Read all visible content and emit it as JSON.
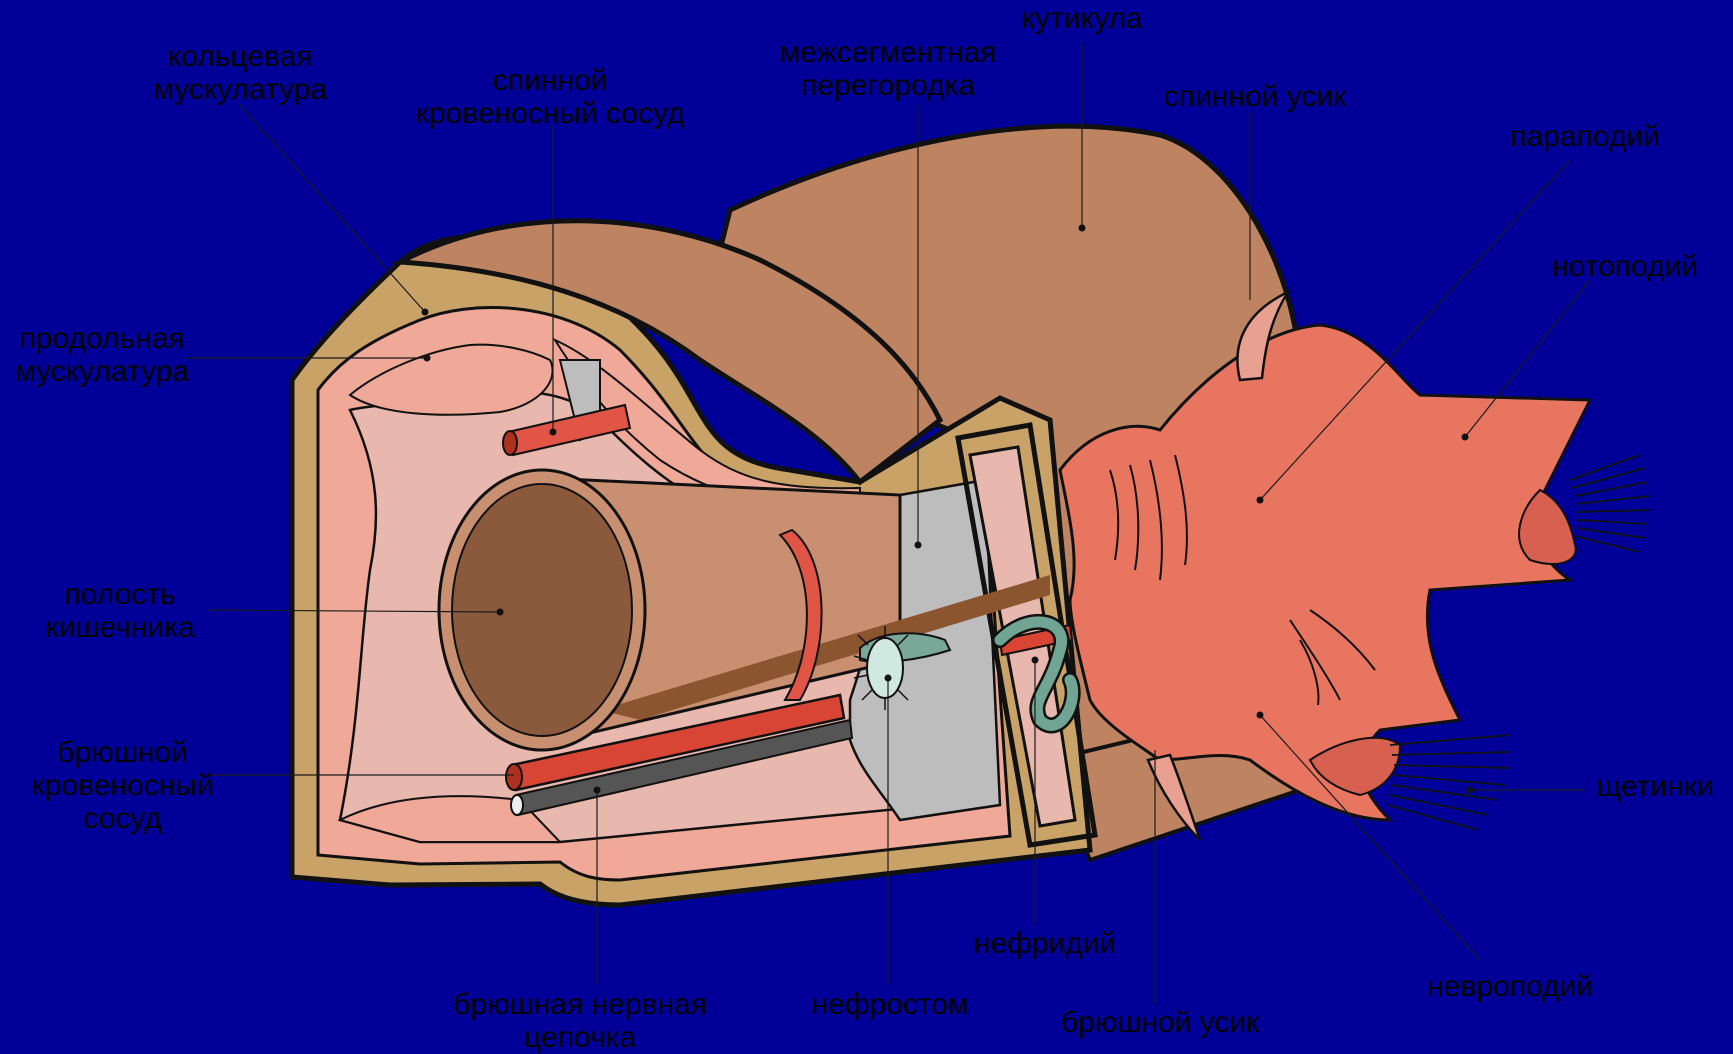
{
  "diagram": {
    "background": "#000099",
    "label_color": "#000000",
    "labels": {
      "cuticle": [
        "кутикула"
      ],
      "circular_muscles": [
        "кольцевая",
        "мускулатура"
      ],
      "dorsal_vessel": [
        "спинной",
        "кровеносный сосуд"
      ],
      "septum": [
        "межсегментная",
        "перегородка"
      ],
      "dorsal_cirrus": [
        "спинной усик"
      ],
      "parapodium": [
        "параподий"
      ],
      "notopodium": [
        "нотоподий"
      ],
      "longitudinal_muscles": [
        "продольная",
        "мускулатура"
      ],
      "gut_cavity": [
        "полость",
        "кишечника"
      ],
      "ventral_vessel": [
        "брюшной",
        "кровеносный",
        "сосуд"
      ],
      "setae": [
        "щетинки"
      ],
      "nephridium": [
        "нефридий"
      ],
      "neuropodium": [
        "невроподий"
      ],
      "nerve_cord": [
        "брюшная нервная",
        "цепочка"
      ],
      "nephrostome": [
        "нефростом"
      ],
      "ventral_cirrus": [
        "брюшной усик"
      ]
    }
  }
}
